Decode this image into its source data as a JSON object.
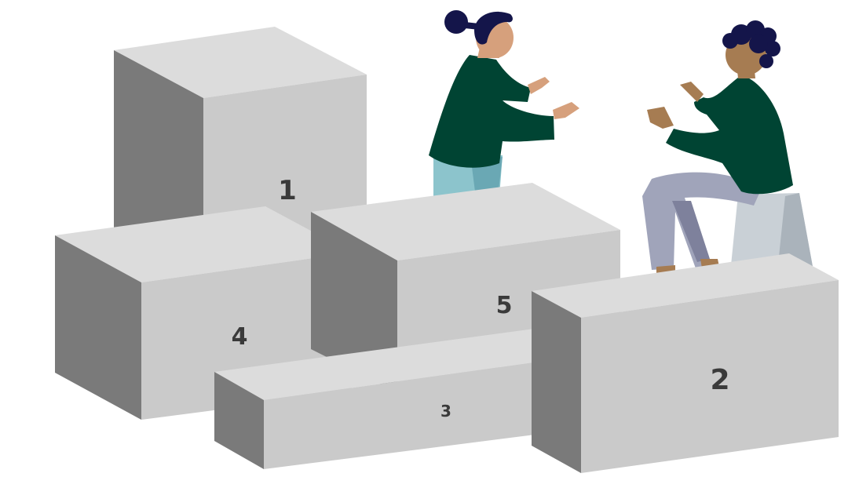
{
  "scene": {
    "blocks": [
      {
        "id": "1",
        "number": "1"
      },
      {
        "id": "2",
        "number": "2"
      },
      {
        "id": "3",
        "number": "3"
      },
      {
        "id": "4",
        "number": "4"
      },
      {
        "id": "5",
        "number": "5"
      }
    ]
  },
  "palette": {
    "background": "#ffffff",
    "block_top": "#dcdcdc",
    "block_front": "#cacaca",
    "block_side": "#7a7a7a",
    "number_text": "#3a3a3a",
    "sweater": "#004433",
    "hair": "#14154a",
    "skin_left": "#d6a07c",
    "skin_right": "#a67c52",
    "pants_left": "#8cc4cc",
    "pants_right": "#a0a4ba",
    "stool": "#c9d0d6"
  },
  "icons": [
    "woman-figure-icon",
    "man-figure-icon",
    "stool-icon"
  ]
}
